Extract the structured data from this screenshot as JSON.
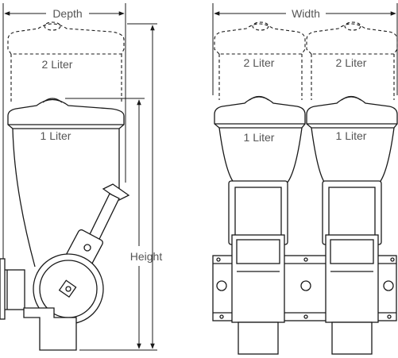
{
  "labels": {
    "depth": "Depth",
    "width": "Width",
    "height": "Height",
    "liter2_side": "2 Liter",
    "liter1_side": "1 Liter",
    "liter2_front_left": "2 Liter",
    "liter2_front_right": "2 Liter",
    "liter1_front_left": "1 Liter",
    "liter1_front_right": "1 Liter"
  }
}
